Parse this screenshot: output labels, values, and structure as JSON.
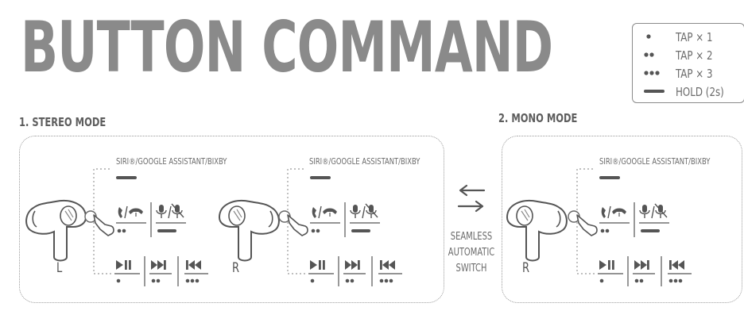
{
  "title": "BUTTON COMMAND",
  "legend": [
    {
      "mark": "tap-1",
      "label": "TAP × 1"
    },
    {
      "mark": "tap-2",
      "label": "TAP × 2"
    },
    {
      "mark": "tap-3",
      "label": "TAP × 3"
    },
    {
      "mark": "hold",
      "label": "HOLD (2s)"
    }
  ],
  "stereo": {
    "title": "1. STEREO MODE",
    "left": {
      "side": "L",
      "voice_assistant": "SIRI®/GOOGLE ASSISTANT/BIXBY"
    },
    "right": {
      "side": "R",
      "voice_assistant": "SIRI®/GOOGLE ASSISTANT/BIXBY"
    }
  },
  "mono": {
    "title": "2. MONO MODE",
    "unit": {
      "side": "R",
      "voice_assistant": "SIRI®/GOOGLE ASSISTANT/BIXBY"
    }
  },
  "switch": {
    "line1": "SEAMLESS",
    "line2": "AUTOMATIC",
    "line3": "SWITCH"
  },
  "icons": {
    "call": "phone-answer-hangup-icon",
    "mic": "mic-mute-icon",
    "play": "play-pause-icon",
    "next": "next-track-icon",
    "prev": "previous-track-icon",
    "hand": "pointing-hand-icon",
    "earbud": "earbud-icon",
    "swap": "swap-arrows-icon"
  },
  "colors": {
    "primary": "#6b6b6b",
    "title": "#8a8a8a",
    "border": "#9a9a9a"
  }
}
